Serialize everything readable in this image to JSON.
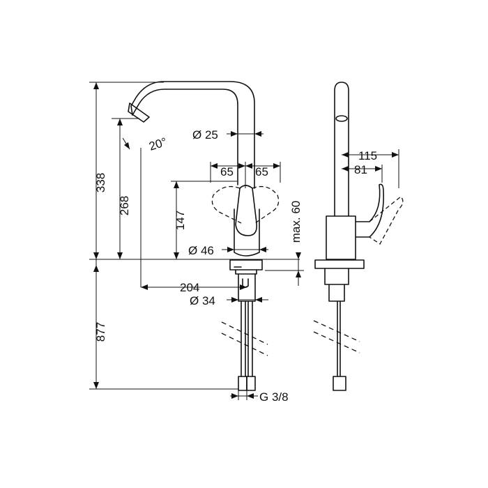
{
  "dimensions": {
    "total_height": "338",
    "outlet_height": "268",
    "lever_height": "147",
    "underside_length": "877",
    "spout_angle": "20°",
    "spout_diameter": "Ø 25",
    "lever_swing_left": "65",
    "lever_swing_right": "65",
    "base_diameter": "Ø 46",
    "max_thickness": "max. 60",
    "spout_reach": "204",
    "hole_diameter": "Ø 34",
    "connection_thread": "G 3/8",
    "lever_reach_outer": "115",
    "lever_reach_inner": "81"
  }
}
